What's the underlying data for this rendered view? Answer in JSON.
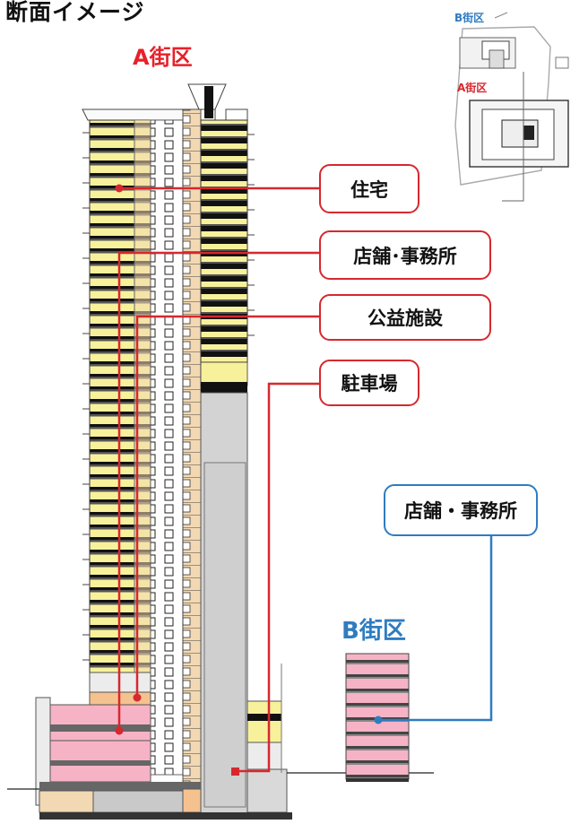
{
  "title": "断面イメージ",
  "district_a_label": "A街区",
  "district_b_label": "B街区",
  "key_map": {
    "b_label": "B街区",
    "a_label": "A街区"
  },
  "callouts": {
    "housing": "住宅",
    "retail_office_a": "店舗･事務所",
    "public_facility": "公益施設",
    "parking": "駐車場",
    "retail_office_b": "店舗・事務所"
  },
  "colors": {
    "housing": "#f7f19c",
    "retail_office": "#f6b3c6",
    "public_facility": "#f5c28f",
    "parking": "#d3d3d3",
    "core": "#f2d9b3",
    "floor_slab": "#111111",
    "leader_a": "#d6282e",
    "leader_b": "#2f7cc0"
  }
}
